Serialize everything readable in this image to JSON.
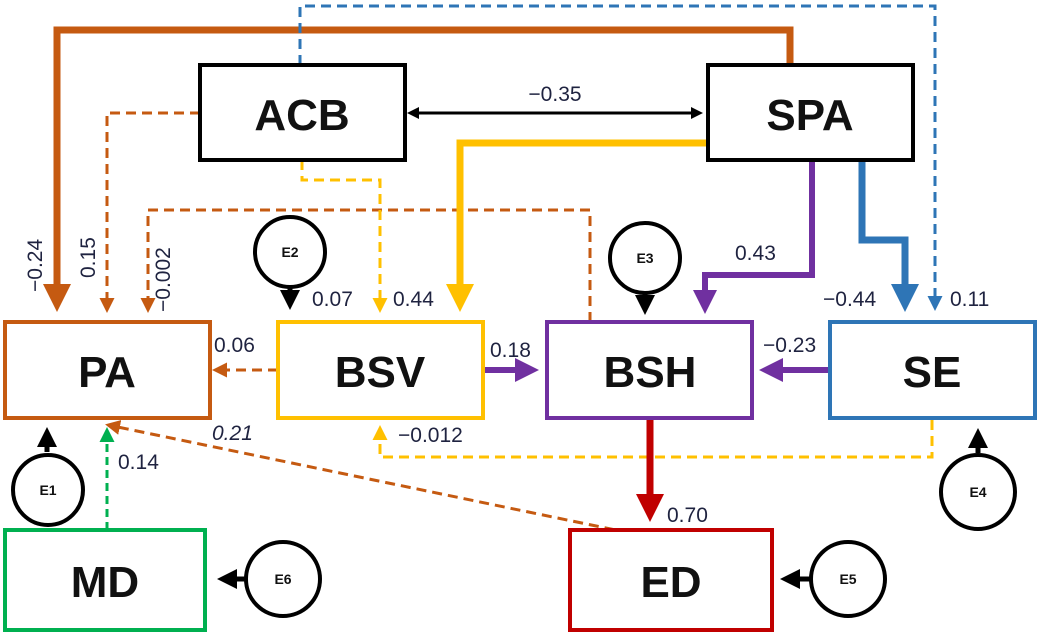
{
  "nodes": {
    "ACB": "ACB",
    "SPA": "SPA",
    "PA": "PA",
    "BSV": "BSV",
    "BSH": "BSH",
    "SE": "SE",
    "MD": "MD",
    "ED": "ED"
  },
  "errors": {
    "E1": "E1",
    "E2": "E2",
    "E3": "E3",
    "E4": "E4",
    "E5": "E5",
    "E6": "E6"
  },
  "coefficients": {
    "acb_spa": "−0.35",
    "spa_pa": "−0.24",
    "acb_pa": "0.15",
    "bsh_pa": "−0.002",
    "acb_bsv": "0.07",
    "spa_bsv": "0.44",
    "spa_bsh": "0.43",
    "spa_se_solid": "−0.44",
    "acb_se_dashed": "0.11",
    "bsv_pa": "0.06",
    "bsv_bsh": "0.18",
    "se_bsh": "−0.23",
    "ed_pa": "0.21",
    "se_bsv": "−0.012",
    "md_pa": "0.14",
    "bsh_ed": "0.70"
  },
  "colors": {
    "orange": "#c55a11",
    "yellow": "#ffc000",
    "purple": "#7030a0",
    "blue": "#2e75b6",
    "green": "#00b050",
    "red": "#c00000",
    "black": "#000000"
  }
}
